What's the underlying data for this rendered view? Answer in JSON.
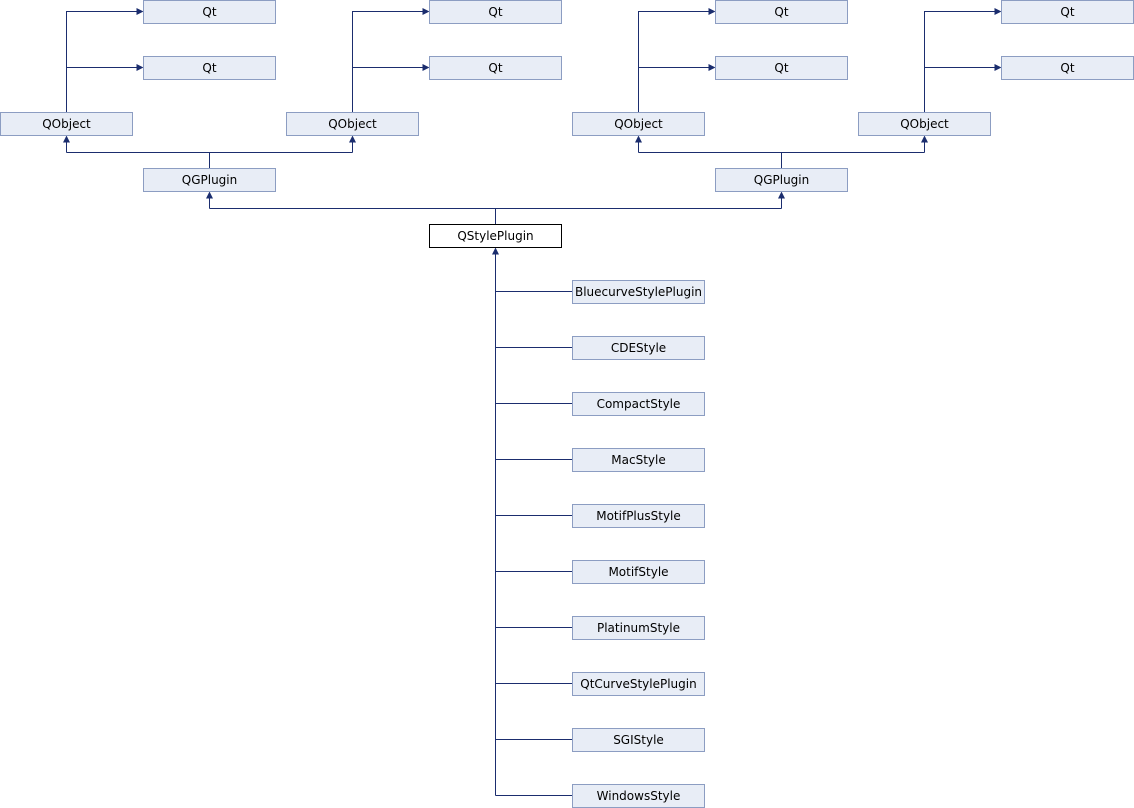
{
  "diagram": {
    "type": "class-inheritance-graph",
    "colors": {
      "node_fill": "#e8edf6",
      "node_border": "#8c9dc2",
      "current_fill": "#ffffff",
      "current_border": "#000000",
      "edge": "#1b2d6e"
    },
    "nodes": {
      "qt1": "Qt",
      "qt2": "Qt",
      "qt3": "Qt",
      "qt4": "Qt",
      "qt5": "Qt",
      "qt6": "Qt",
      "qt7": "Qt",
      "qt8": "Qt",
      "qobject1": "QObject",
      "qobject2": "QObject",
      "qobject3": "QObject",
      "qobject4": "QObject",
      "qgplugin1": "QGPlugin",
      "qgplugin2": "QGPlugin",
      "qstyleplugin": "QStylePlugin",
      "bluecurve": "BluecurveStylePlugin",
      "cde": "CDEStyle",
      "compact": "CompactStyle",
      "mac": "MacStyle",
      "motifplus": "MotifPlusStyle",
      "motif": "MotifStyle",
      "platinum": "PlatinumStyle",
      "qtcurve": "QtCurveStylePlugin",
      "sgi": "SGIStyle",
      "windows": "WindowsStyle"
    }
  }
}
